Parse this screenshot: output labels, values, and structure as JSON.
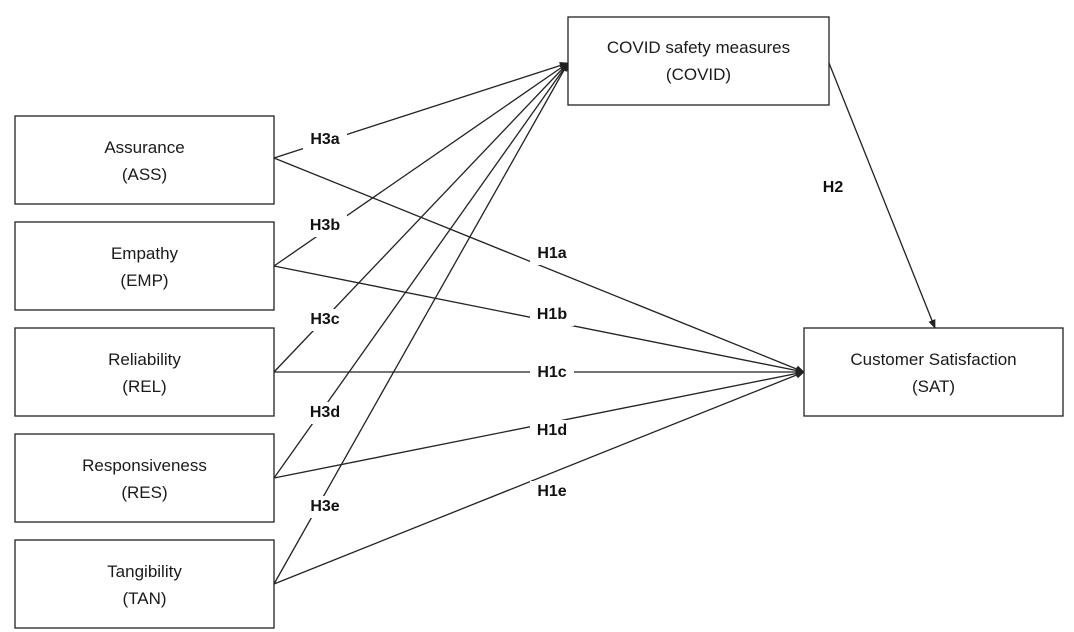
{
  "nodes": [
    {
      "id": "ASS",
      "line1": "Assurance",
      "line2": "(ASS)"
    },
    {
      "id": "EMP",
      "line1": "Empathy",
      "line2": "(EMP)"
    },
    {
      "id": "REL",
      "line1": "Reliability",
      "line2": "(REL)"
    },
    {
      "id": "RES",
      "line1": "Responsiveness",
      "line2": "(RES)"
    },
    {
      "id": "TAN",
      "line1": "Tangibility",
      "line2": "(TAN)"
    },
    {
      "id": "COVID",
      "line1": "COVID safety measures",
      "line2": "(COVID)"
    },
    {
      "id": "SAT",
      "line1": "Customer Satisfaction",
      "line2": "(SAT)"
    }
  ],
  "edges": [
    {
      "from": "ASS",
      "to": "COVID",
      "label": "H3a"
    },
    {
      "from": "EMP",
      "to": "COVID",
      "label": "H3b"
    },
    {
      "from": "REL",
      "to": "COVID",
      "label": "H3c"
    },
    {
      "from": "RES",
      "to": "COVID",
      "label": "H3d"
    },
    {
      "from": "TAN",
      "to": "COVID",
      "label": "H3e"
    },
    {
      "from": "ASS",
      "to": "SAT",
      "label": "H1a"
    },
    {
      "from": "EMP",
      "to": "SAT",
      "label": "H1b"
    },
    {
      "from": "REL",
      "to": "SAT",
      "label": "H1c"
    },
    {
      "from": "RES",
      "to": "SAT",
      "label": "H1d"
    },
    {
      "from": "TAN",
      "to": "SAT",
      "label": "H1e"
    },
    {
      "from": "COVID",
      "to": "SAT",
      "label": "H2"
    }
  ]
}
